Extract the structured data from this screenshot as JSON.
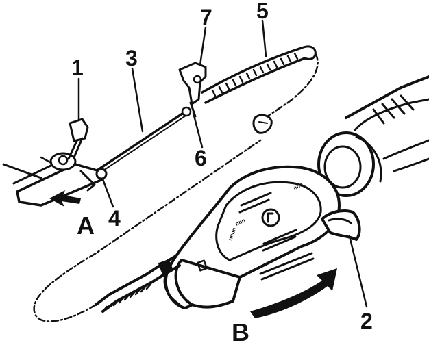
{
  "diagram": {
    "callouts": {
      "c1": "1",
      "c2": "2",
      "c3": "3",
      "c4": "4",
      "c5": "5",
      "c6": "6",
      "c7": "7"
    },
    "arrows": {
      "a": "A",
      "b": "B"
    },
    "icon_names": [
      "chainsaw-handle",
      "guide-bar",
      "saw-chain",
      "brake-cable",
      "bracket-clip",
      "motion-arrow-a",
      "motion-arrow-b"
    ],
    "ink_color": "#111111",
    "paper_color": "#ffffff"
  }
}
